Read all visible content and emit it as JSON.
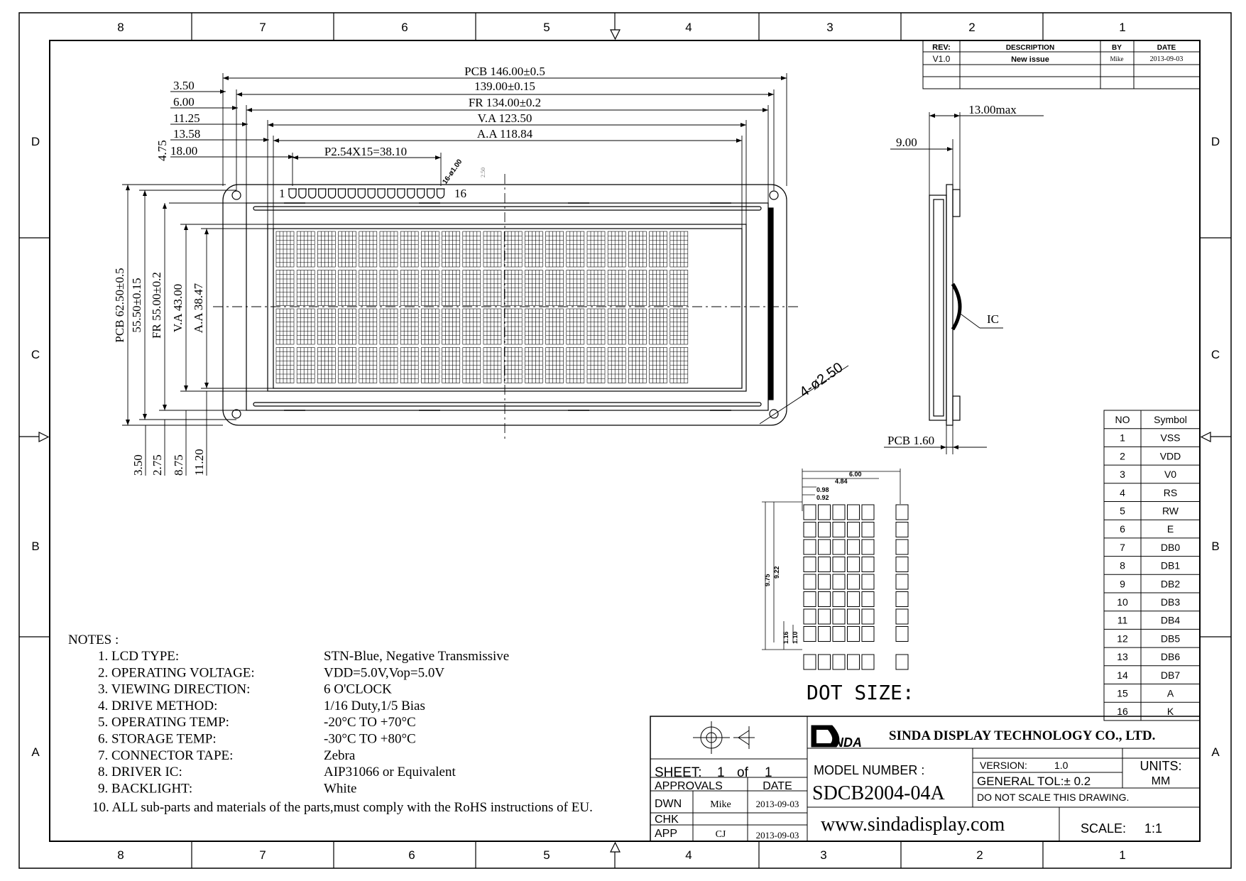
{
  "frame": {
    "cols": [
      "8",
      "7",
      "6",
      "5",
      "4",
      "3",
      "2",
      "1"
    ],
    "rows": [
      "D",
      "C",
      "B",
      "A"
    ]
  },
  "revision": {
    "headers": {
      "rev": "REV:",
      "desc": "DESCRIPTION",
      "by": "BY",
      "date": "DATE"
    },
    "rows": [
      {
        "rev": "V1.0",
        "desc": "New issue",
        "by": "Mike",
        "date": "2013-09-03"
      }
    ]
  },
  "front_view": {
    "dims_top": [
      {
        "label": "PCB 146.00±0.5"
      },
      {
        "label": "139.00±0.15"
      },
      {
        "label": "FR 134.00±0.2"
      },
      {
        "label": "V.A 123.50"
      },
      {
        "label": "A.A 118.84"
      },
      {
        "label": "P2.54X15=38.10"
      }
    ],
    "dims_left_small": [
      "3.50",
      "6.00",
      "11.25",
      "13.58",
      "18.00"
    ],
    "dim_4_75": "4.75",
    "pad_dia": "16-ø1.00",
    "pad_small": "2.50",
    "pin_first": "1",
    "pin_last": "16",
    "dims_vertical": [
      {
        "label": "PCB 62.50±0.5"
      },
      {
        "label": "55.50±0.15"
      },
      {
        "label": "FR 55.00±0.2"
      },
      {
        "label": "V.A 43.00"
      },
      {
        "label": "A.A 38.47"
      }
    ],
    "dims_bottom": [
      "3.50",
      "2.75",
      "8.75",
      "11.20"
    ],
    "holes": "4-ø2.50"
  },
  "side_view": {
    "max_thickness": "13.00max",
    "dim_9": "9.00",
    "ic_label": "IC",
    "pcb_thickness": "PCB 1.60"
  },
  "dot_detail": {
    "w1": "6.00",
    "w2": "4.84",
    "w3": "0.98",
    "w4": "0.92",
    "h1": "9.75",
    "h2": "9.22",
    "h3": "1.16",
    "h4": "1.10",
    "title": "DOT SIZE:"
  },
  "pins": {
    "headers": {
      "no": "NO",
      "symbol": "Symbol"
    },
    "rows": [
      {
        "no": "1",
        "symbol": "VSS"
      },
      {
        "no": "2",
        "symbol": "VDD"
      },
      {
        "no": "3",
        "symbol": "V0"
      },
      {
        "no": "4",
        "symbol": "RS"
      },
      {
        "no": "5",
        "symbol": "RW"
      },
      {
        "no": "6",
        "symbol": "E"
      },
      {
        "no": "7",
        "symbol": "DB0"
      },
      {
        "no": "8",
        "symbol": "DB1"
      },
      {
        "no": "9",
        "symbol": "DB2"
      },
      {
        "no": "10",
        "symbol": "DB3"
      },
      {
        "no": "11",
        "symbol": "DB4"
      },
      {
        "no": "12",
        "symbol": "DB5"
      },
      {
        "no": "13",
        "symbol": "DB6"
      },
      {
        "no": "14",
        "symbol": "DB7"
      },
      {
        "no": "15",
        "symbol": "A"
      },
      {
        "no": "16",
        "symbol": "K"
      }
    ]
  },
  "notes": {
    "title": "NOTES :",
    "items": [
      {
        "label": "1. LCD TYPE:",
        "value": "STN-Blue, Negative Transmissive"
      },
      {
        "label": "2. OPERATING VOLTAGE:",
        "value": "VDD=5.0V,Vop=5.0V"
      },
      {
        "label": "3. VIEWING DIRECTION:",
        "value": "6 O'CLOCK"
      },
      {
        "label": "4. DRIVE METHOD:",
        "value": "1/16 Duty,1/5 Bias"
      },
      {
        "label": "5. OPERATING TEMP:",
        "value": "-20°C TO +70°C"
      },
      {
        "label": "6. STORAGE TEMP:",
        "value": "-30°C TO +80°C"
      },
      {
        "label": "7. CONNECTOR TAPE:",
        "value": "Zebra"
      },
      {
        "label": "8. DRIVER IC:",
        "value": "AIP31066 or Equivalent"
      },
      {
        "label": "9. BACKLIGHT:",
        "value": "White"
      }
    ],
    "last": "10. ALL sub-parts and materials of the parts,must comply with the RoHS instructions of EU."
  },
  "title_block": {
    "sheet": "SHEET:",
    "sheet_num": "1",
    "of": "of",
    "sheet_total": "1",
    "approvals": "APPROVALS",
    "date_h": "DATE",
    "dwn": "DWN",
    "dwn_name": "Mike",
    "dwn_date": "2013-09-03",
    "chk": "CHK",
    "app": "APP",
    "app_name": "CJ",
    "app_date": "2013-09-03",
    "logo_text": "INDA",
    "company": "SINDA DISPLAY TECHNOLOGY  CO., LTD.",
    "model_label": "MODEL NUMBER :",
    "model": "SDCB2004-04A",
    "version_label": "VERSION:",
    "version": "1.0",
    "units_label": "UNITS:",
    "units": "MM",
    "tol_label": "GENERAL  TOL:±  0.2",
    "no_scale": "DO  NOT  SCALE  THIS  DRAWING.",
    "website": "www.sindadisplay.com",
    "scale_label": "SCALE:",
    "scale": "1:1"
  }
}
